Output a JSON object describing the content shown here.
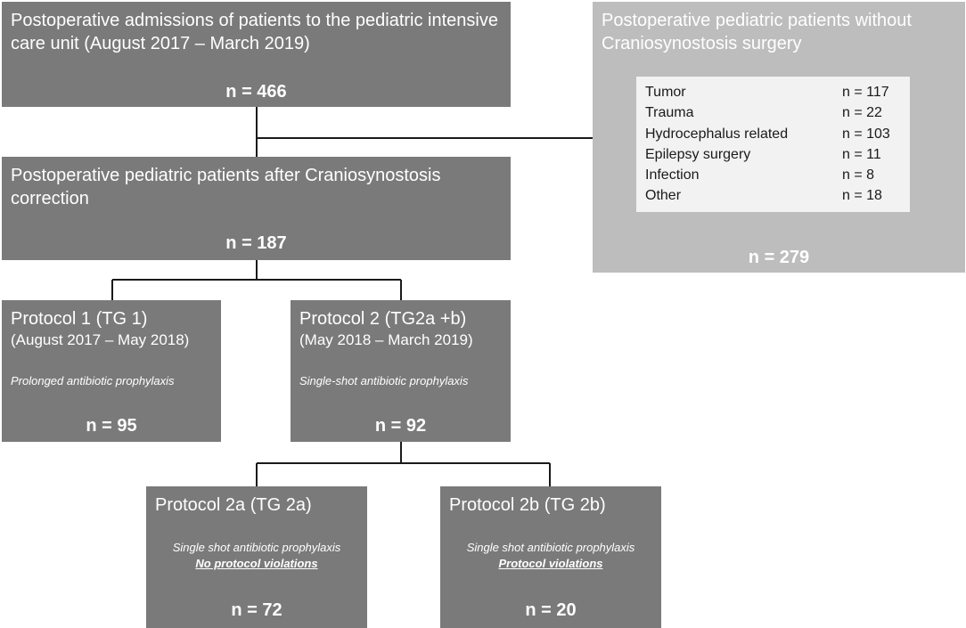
{
  "admissions": {
    "title": "Postoperative admissions of patients to the pediatric intensive care unit (August 2017 – March 2019)",
    "count": "n = 466"
  },
  "without": {
    "title": "Postoperative pediatric patients without Craniosynostosis surgery",
    "rows": [
      {
        "label": "Tumor",
        "value": "n = 117"
      },
      {
        "label": "Trauma",
        "value": "n = 22"
      },
      {
        "label": "Hydrocephalus related",
        "value": "n = 103"
      },
      {
        "label": "Epilepsy surgery",
        "value": "n = 11"
      },
      {
        "label": "Infection",
        "value": "n = 8"
      },
      {
        "label": "Other",
        "value": "n = 18"
      }
    ],
    "count": "n = 279"
  },
  "after": {
    "title": "Postoperative pediatric patients after Craniosynostosis correction",
    "count": "n = 187"
  },
  "protocol1": {
    "title": "Protocol 1 (TG 1)",
    "period": "(August 2017 – May 2018)",
    "note": "Prolonged antibiotic prophylaxis",
    "count": "n = 95"
  },
  "protocol2": {
    "title": "Protocol 2 (TG2a +b)",
    "period": "(May 2018 – March 2019)",
    "note": "Single-shot antibiotic prophylaxis",
    "count": "n = 92"
  },
  "protocol2a": {
    "title": "Protocol 2a (TG 2a)",
    "note": "Single shot antibiotic prophylaxis",
    "violation": "No protocol violations",
    "count": "n = 72"
  },
  "protocol2b": {
    "title": "Protocol 2b (TG 2b)",
    "note": "Single shot antibiotic prophylaxis",
    "violation": "Protocol violations",
    "count": "n = 20"
  }
}
